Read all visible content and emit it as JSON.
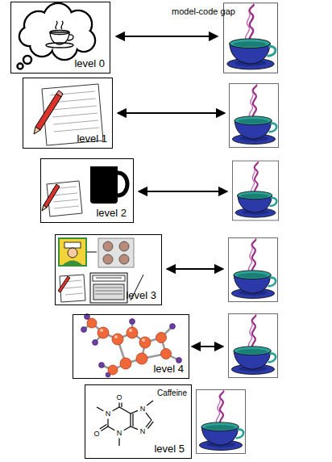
{
  "diagram": {
    "nodes": [
      {
        "text": [
          "level 0"
        ]
      },
      {
        "text": [
          "level 1"
        ]
      },
      {
        "text": [
          "level 2"
        ]
      },
      {
        "text": [
          "level 3"
        ]
      },
      {
        "text": [
          "level 4"
        ]
      },
      {
        "text": [
          "Caffeine",
          "level 5"
        ]
      }
    ],
    "labels": [
      "model-code gap",
      "O",
      "N",
      "O",
      "N",
      "N",
      "N"
    ]
  }
}
